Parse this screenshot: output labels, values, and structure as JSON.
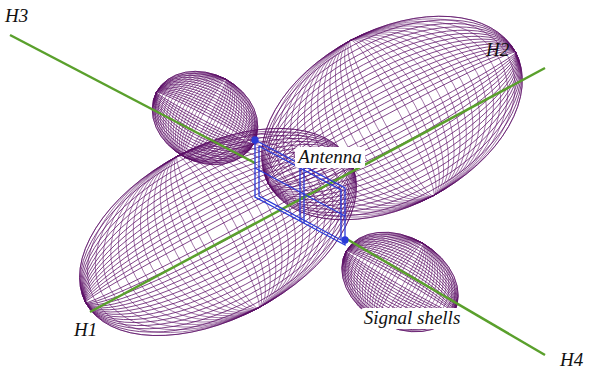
{
  "diagram": {
    "labels": [
      "H3",
      "H2",
      "H1",
      "H4",
      "Antenna",
      "Signal shells"
    ]
  }
}
